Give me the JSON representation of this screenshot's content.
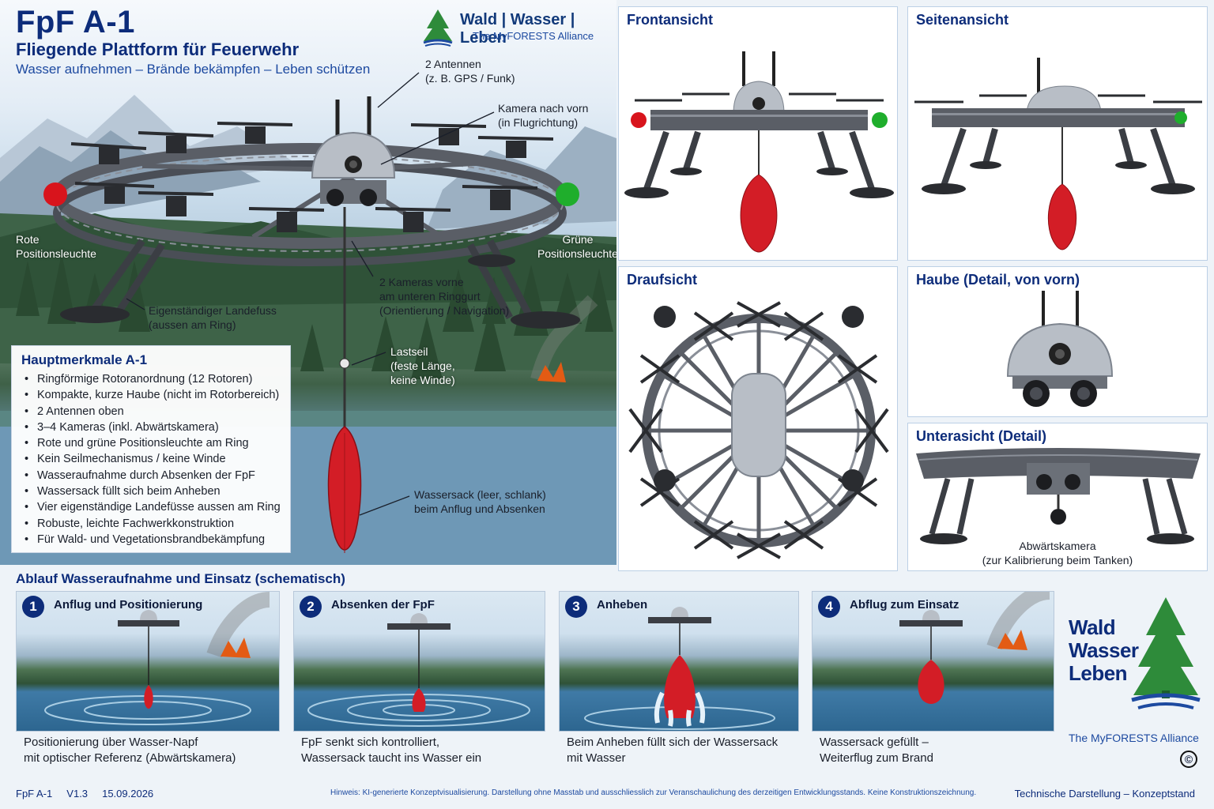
{
  "header": {
    "title": "FpF A-1",
    "subtitle": "Fliegende Plattform für Feuerwehr",
    "tagline": "Wasser aufnehmen – Brände bekämpfen – Leben schützen"
  },
  "brand_top": {
    "name": "Wald | Wasser | Leben",
    "alliance": "The MyFORESTS Alliance"
  },
  "annotations": {
    "antennas": [
      "2 Antennen",
      "(z. B. GPS / Funk)"
    ],
    "camera_front": [
      "Kamera nach vorn",
      "(in Flugrichtung)"
    ],
    "red_light": [
      "Rote",
      "Positionsleuchte"
    ],
    "green_light": [
      "Grüne",
      "Positionsleuchte"
    ],
    "landing_foot": [
      "Eigenständiger Landefuss",
      "(aussen am Ring)"
    ],
    "front_cams": [
      "2 Kameras vorne",
      "am unteren Ringgurt",
      "(Orientierung / Navigation)"
    ],
    "rope": [
      "Lastseil",
      "(feste Länge,",
      "keine Winde)"
    ],
    "water_bag": [
      "Wassersack (leer, schlank)",
      "beim Anflug und Absenken"
    ]
  },
  "features": {
    "title": "Hauptmerkmale A-1",
    "items": [
      "Ringförmige Rotoranordnung (12 Rotoren)",
      "Kompakte, kurze Haube (nicht im Rotorbereich)",
      "2 Antennen oben",
      "3–4 Kameras (inkl. Abwärtskamera)",
      "Rote und grüne Positionsleuchte am Ring",
      "Kein Seilmechanismus / keine Winde",
      "Wasseraufnahme durch Absenken der FpF",
      "Wassersack füllt sich beim Anheben",
      "Vier eigenständige Landefüsse aussen am Ring",
      "Robuste, leichte Fachwerkkonstruktion",
      "Für Wald- und Vegetationsbrandbekämpfung"
    ]
  },
  "views": {
    "front": "Frontansicht",
    "side": "Seitenansicht",
    "top": "Draufsicht",
    "hood": "Haube (Detail, von vorn)",
    "bottom": "Unterasicht (Detail)",
    "bottom_caption": [
      "Abwärtskamera",
      "(zur Kalibrierung beim Tanken)"
    ]
  },
  "process": {
    "title": "Ablauf Wasseraufnahme und Einsatz (schematisch)",
    "steps": [
      {
        "num": "1",
        "label": "Anflug und Positionierung",
        "desc": [
          "Positionierung über Wasser-Napf",
          "mit optischer Referenz (Abwärtskamera)"
        ]
      },
      {
        "num": "2",
        "label": "Absenken der FpF",
        "desc": [
          "FpF senkt sich kontrolliert,",
          "Wassersack taucht ins Wasser ein"
        ]
      },
      {
        "num": "3",
        "label": "Anheben",
        "desc": [
          "Beim Anheben füllt sich der Wassersack",
          "mit Wasser"
        ]
      },
      {
        "num": "4",
        "label": "Abflug zum Einsatz",
        "desc": [
          "Wassersack gefüllt –",
          "Weiterflug zum Brand"
        ]
      }
    ]
  },
  "brand_big": {
    "lines": [
      "Wald",
      "Wasser",
      "Leben"
    ],
    "alliance": "The MyFORESTS Alliance",
    "copyright": "©"
  },
  "footer": {
    "left": "FpF A-1     V1.3     15.09.2026",
    "note": "Hinweis: KI-generierte Konzeptvisualisierung. Darstellung ohne Masstab und ausschliesslich zur Veranschaulichung des derzeitigen Entwicklungsstands. Keine Konstruktionszeichnung.",
    "right": "Technische Darstellung – Konzeptstand"
  },
  "colors": {
    "brand_blue": "#0d2c7a",
    "red_light": "#d8141c",
    "green_light": "#1fae2c",
    "bag_red": "#d31d26",
    "frame": "#5a5e66"
  }
}
